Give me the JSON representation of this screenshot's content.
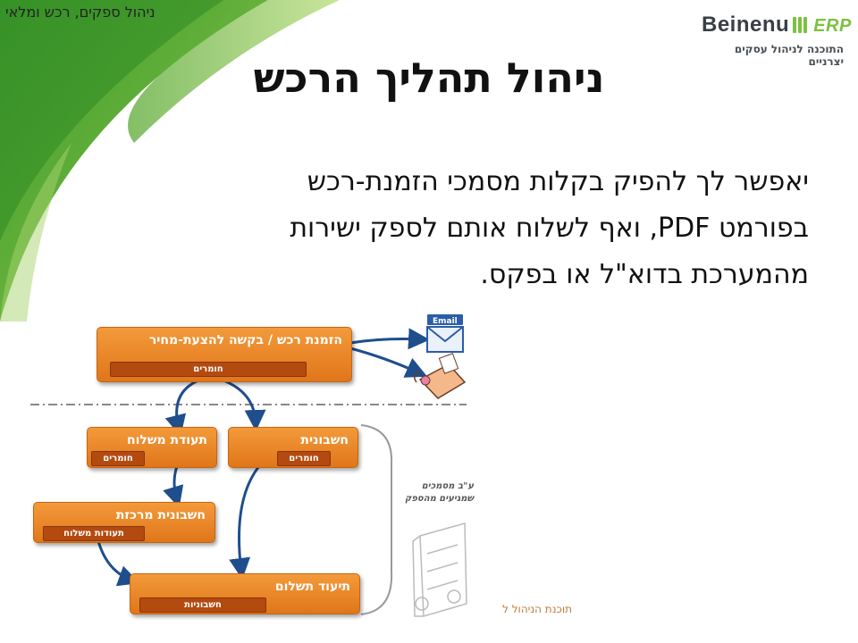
{
  "corner_tag": "ניהול ספקים, רכש ומלאי",
  "logo": {
    "word": "Beinenu",
    "erp": "ERP",
    "tagline": "התוכנה לניהול עסקים יצרניים"
  },
  "title": "ניהול תהליך הרכש",
  "body_lines": [
    "יאפשר לך להפיק בקלות מסמכי הזמנת-רכש",
    "בפורמט PDF, ואף לשלוח אותם לספק ישירות",
    "מהמערכת בדוא\"ל או בפקס."
  ],
  "diagram": {
    "purchase_order": {
      "label": "הזמנת רכש / בקשה להצעת-מחיר",
      "tag": "חומרים"
    },
    "delivery_note": {
      "label": "תעודת משלוח",
      "tag": "חומרים"
    },
    "invoice": {
      "label": "חשבונית",
      "tag": "חומרים"
    },
    "central_invoice": {
      "label": "חשבונית מרכזת",
      "tag": "תעודות משלוח"
    },
    "payment_doc": {
      "label": "תיעוד תשלום",
      "tag": "חשבוניות"
    },
    "email_label": "Email",
    "supplier_note": [
      "ע\"ב מסמכים",
      "שמגיעים מהספק"
    ]
  },
  "footer": "תוכנת הניהול ל"
}
